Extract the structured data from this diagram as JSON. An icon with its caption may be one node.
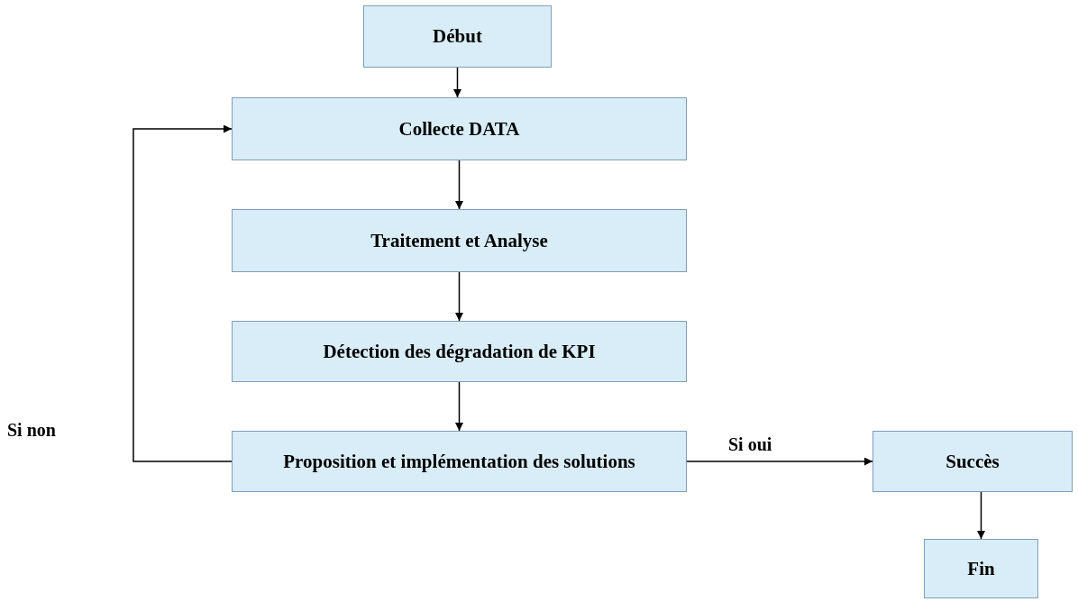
{
  "diagram": {
    "nodes": [
      {
        "text": [
          "Début"
        ]
      },
      {
        "text": [
          "Collecte DATA"
        ]
      },
      {
        "text": [
          "Traitement et Analyse"
        ]
      },
      {
        "text": [
          "Détection des dégradation de KPI"
        ]
      },
      {
        "text": [
          "Proposition et implémentation des solutions"
        ]
      },
      {
        "text": [
          "Succès"
        ]
      },
      {
        "text": [
          "Fin"
        ]
      }
    ],
    "edges": [
      {
        "from": 0,
        "to": 1,
        "arrow": "to"
      },
      {
        "from": 1,
        "to": 2,
        "arrow": "to"
      },
      {
        "from": 2,
        "to": 3,
        "arrow": "to"
      },
      {
        "from": 3,
        "to": 4,
        "arrow": "to"
      },
      {
        "from": 4,
        "to": 1,
        "arrow": "to",
        "label": "Si non"
      },
      {
        "from": 4,
        "to": 5,
        "arrow": "to",
        "label": "Si oui"
      },
      {
        "from": 5,
        "to": 6,
        "arrow": "to"
      }
    ]
  }
}
